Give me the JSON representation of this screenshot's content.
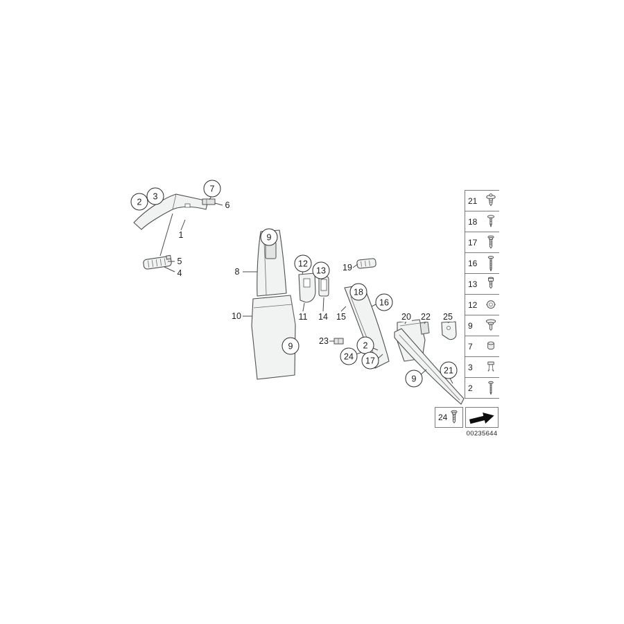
{
  "diagram": {
    "number": "00235644"
  },
  "circled": [
    {
      "label": "2"
    },
    {
      "label": "3"
    },
    {
      "label": "7"
    },
    {
      "label": "9"
    },
    {
      "label": "12"
    },
    {
      "label": "13"
    },
    {
      "label": "18"
    },
    {
      "label": "16"
    },
    {
      "label": "24"
    },
    {
      "label": "2"
    },
    {
      "label": "17"
    },
    {
      "label": "9"
    },
    {
      "label": "9"
    },
    {
      "label": "21"
    }
  ],
  "labels": [
    {
      "label": "1"
    },
    {
      "label": "6"
    },
    {
      "label": "5"
    },
    {
      "label": "4"
    },
    {
      "label": "8"
    },
    {
      "label": "10"
    },
    {
      "label": "11"
    },
    {
      "label": "14"
    },
    {
      "label": "15"
    },
    {
      "label": "19"
    },
    {
      "label": "20"
    },
    {
      "label": "22"
    },
    {
      "label": "25"
    },
    {
      "label": "23"
    }
  ],
  "legend": {
    "rows": [
      {
        "label": "21",
        "icon": "expanding-rivet"
      },
      {
        "label": "18",
        "icon": "pin-rivet"
      },
      {
        "label": "17",
        "icon": "screw"
      },
      {
        "label": "16",
        "icon": "long-screw"
      },
      {
        "label": "13",
        "icon": "bolt"
      },
      {
        "label": "12",
        "icon": "grommet-nut"
      },
      {
        "label": "9",
        "icon": "push-rivet"
      },
      {
        "label": "7",
        "icon": "grommet"
      },
      {
        "label": "3",
        "icon": "clip"
      },
      {
        "label": "2",
        "icon": "stud"
      }
    ],
    "extra_row": {
      "label": "24",
      "icon": "screw"
    },
    "arrow_icon": "direction-arrow"
  }
}
